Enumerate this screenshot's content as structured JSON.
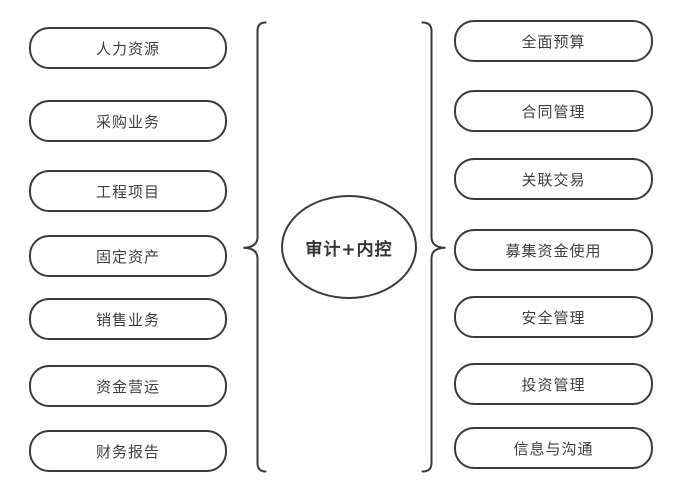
{
  "diagram": {
    "center": {
      "label": "审计+内控"
    },
    "left_items": [
      "人力资源",
      "采购业务",
      "工程项目",
      "固定资产",
      "销售业务",
      "资金营运",
      "财务报告"
    ],
    "right_items": [
      "全面预算",
      "合同管理",
      "关联交易",
      "募集资金使用",
      "安全管理",
      "投资管理",
      "信息与沟通"
    ],
    "colors": {
      "stroke": "#3b3b3b",
      "text": "#3f3f3f",
      "background": "#ffffff"
    }
  }
}
